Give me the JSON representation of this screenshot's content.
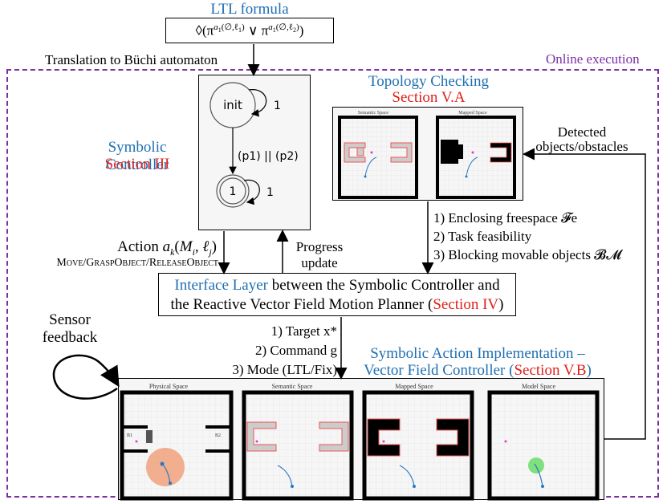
{
  "ltl": {
    "title": "LTL formula",
    "formula": "◊(π^{a1(∅,ℓ1)} ∨ π^{a1(∅,ℓ2)})"
  },
  "translation_label": "Translation to Büchi automaton",
  "online_label": "Online execution",
  "automaton": {
    "init_state": "init",
    "init_loop": "1",
    "transition": "(p1) || (p2)",
    "accept_state": "1",
    "accept_loop": "1"
  },
  "symbolic_controller": {
    "title": "Symbolic Controller",
    "section": "Section III"
  },
  "topology": {
    "title": "Topology Checking",
    "section": "Section V.A",
    "panel_semantic": "Semantic Space",
    "panel_mapped": "Mapped Space",
    "items": [
      "1) Enclosing freespace 𝓕e",
      "2) Task feasibility",
      "3) Blocking movable objects 𝓑𝓜"
    ]
  },
  "detected": {
    "line1": "Detected",
    "line2": "objects/obstacles"
  },
  "action": {
    "line1": "Action a_k(M_i, ℓ_j)",
    "line2": "Move/GraspObject/ReleaseObject"
  },
  "progress": {
    "line1": "Progress",
    "line2": "update"
  },
  "interface": {
    "part1": "Interface Layer",
    "part2": " between the Symbolic Controller and",
    "part3": "the Reactive Vector Field Motion Planner (",
    "part4": "Section IV",
    "part5": ")"
  },
  "sensor": {
    "line1": "Sensor",
    "line2": "feedback"
  },
  "commands": [
    "1) Target x*",
    "2) Command g",
    "3) Mode (LTL/Fix)"
  ],
  "implementation": {
    "line1": "Symbolic Action Implementation –",
    "line2a": "Vector Field Controller (",
    "line2b": "Section V.B",
    "line2c": ")"
  },
  "bottom_panels": {
    "physical": "Physical Space",
    "semantic": "Semantic Space",
    "mapped": "Mapped Space",
    "model": "Model Space",
    "label_b1": "B1",
    "label_b2": "B2"
  },
  "colors": {
    "blue": "#1f6fb2",
    "red": "#e0201b",
    "purple": "#7b2fa8",
    "robot_disc": "#f0a27e",
    "model_disc": "#7ee07e",
    "target": "#e23ad0"
  }
}
